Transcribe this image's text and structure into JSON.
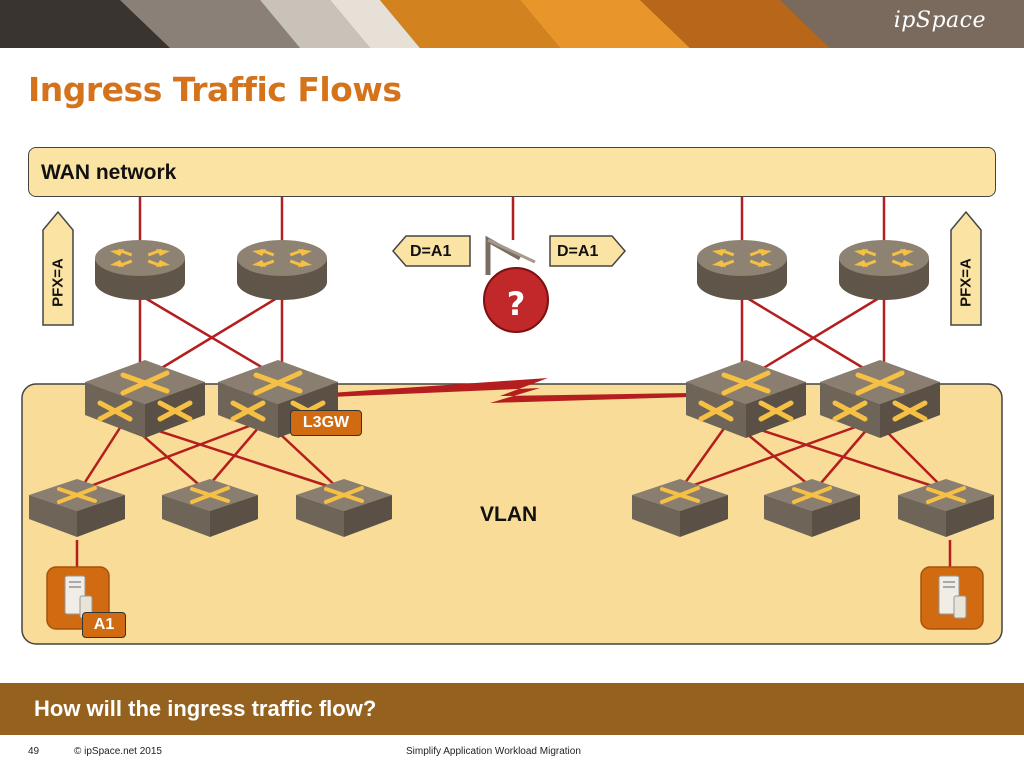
{
  "brand": "ipSpace",
  "title": "Ingress Traffic Flows",
  "wan_label": "WAN network",
  "vlan_label": "VLAN",
  "l3gw_label": "L3GW",
  "server_tag": "A1",
  "prefix_label": "PFX=A",
  "dest_label": "D=A1",
  "question_mark": "?",
  "footer_question": "How will the ingress traffic flow?",
  "page_number": "49",
  "copyright": "© ipSpace.net 2015",
  "deck_title": "Simplify Application Workload Migration",
  "colors": {
    "title": "#d4731c",
    "wan_fill": "#fbe3a4",
    "vlan_fill": "#f8dc97",
    "link_red": "#b41e1e",
    "device_gray": "#84786c",
    "arrow_yellow": "#f5c044",
    "tag_orange": "#d06b12",
    "footer": "#95611f"
  }
}
